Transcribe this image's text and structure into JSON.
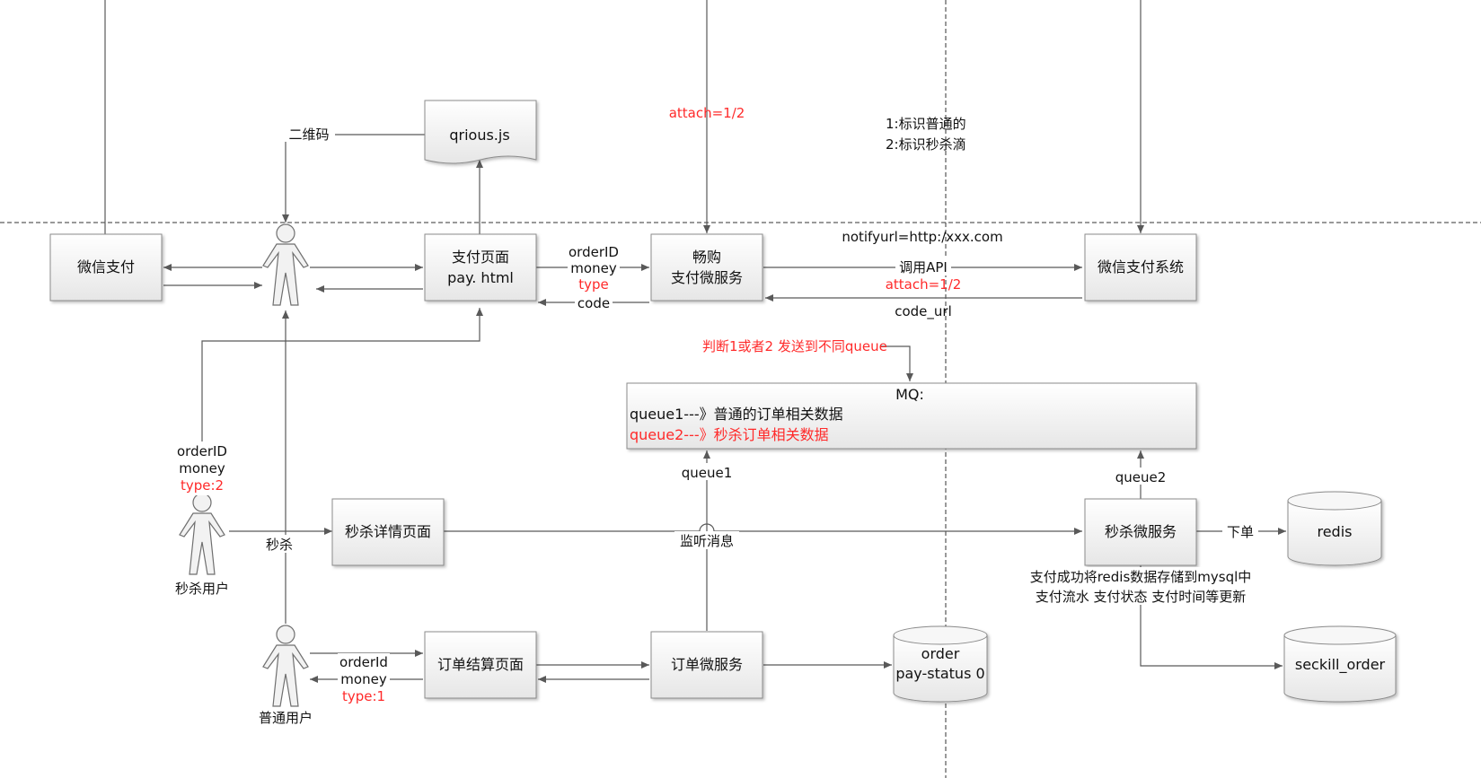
{
  "nodes": {
    "wechat_pay": "微信支付",
    "qrious": "qrious.js",
    "pay_page_line1": "支付页面",
    "pay_page_line2": "pay. html",
    "changgou_line1": "畅购",
    "changgou_line2": "支付微服务",
    "wechat_system": "微信支付系统",
    "mq_title": "MQ:",
    "mq_queue1": "queue1---》普通的订单相关数据",
    "mq_queue2": "queue2---》秒杀订单相关数据",
    "seckill_detail": "秒杀详情页面",
    "seckill_service": "秒杀微服务",
    "redis": "redis",
    "seckill_order": "seckill_order",
    "order_settle": "订单结算页面",
    "order_service": "订单微服务",
    "order_db_line1": "order",
    "order_db_line2": "pay-status  0"
  },
  "actors": {
    "seckill_user": "秒杀用户",
    "normal_user": "普通用户"
  },
  "labels": {
    "qrcode": "二维码",
    "attach_top": "attach=1/2",
    "note_line1": "1:标识普通的",
    "note_line2": "2:标识秒杀滴",
    "notify_url": "notifyurl=http:/xxx.com",
    "call_api": "调用API",
    "attach_mid": "attach=1/2",
    "code_url": "code_url",
    "pay_order_id": "orderID",
    "pay_money": "money",
    "pay_type": "type",
    "pay_code": "code",
    "judge": "判断1或者2  发送到不同queue",
    "queue1": "queue1",
    "queue2": "queue2",
    "seckill_order_id": "orderID",
    "seckill_money": "money",
    "seckill_type": "type:2",
    "seckill_action": "秒杀",
    "listen": "监听消息",
    "place_order": "下单",
    "redis_note_line1": "支付成功将redis数据存储到mysql中",
    "redis_note_line2": "支付流水  支付状态  支付时间等更新",
    "normal_order_id": "orderId",
    "normal_money": "money",
    "normal_type": "type:1"
  },
  "colors": {
    "highlight_red": "#ff2a2a",
    "box_top": "#ffffff",
    "box_bottom": "#e6e6e6",
    "line": "#595959"
  }
}
